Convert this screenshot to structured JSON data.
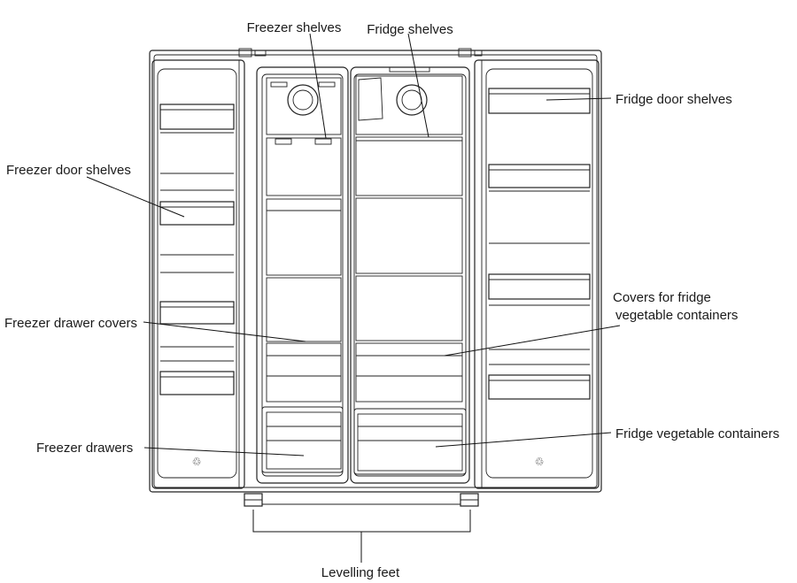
{
  "labels": {
    "freezer_shelves": "Freezer shelves",
    "fridge_shelves": "Fridge shelves",
    "fridge_door_shelves": "Fridge door shelves",
    "freezer_door_shelves": "Freezer door shelves",
    "covers_line1": "Covers for fridge",
    "covers_line2": "vegetable containers",
    "freezer_drawer_covers": "Freezer drawer covers",
    "freezer_drawers": "Freezer drawers",
    "fridge_vegetable_containers": "Fridge vegetable containers",
    "levelling_feet": "Levelling feet"
  }
}
